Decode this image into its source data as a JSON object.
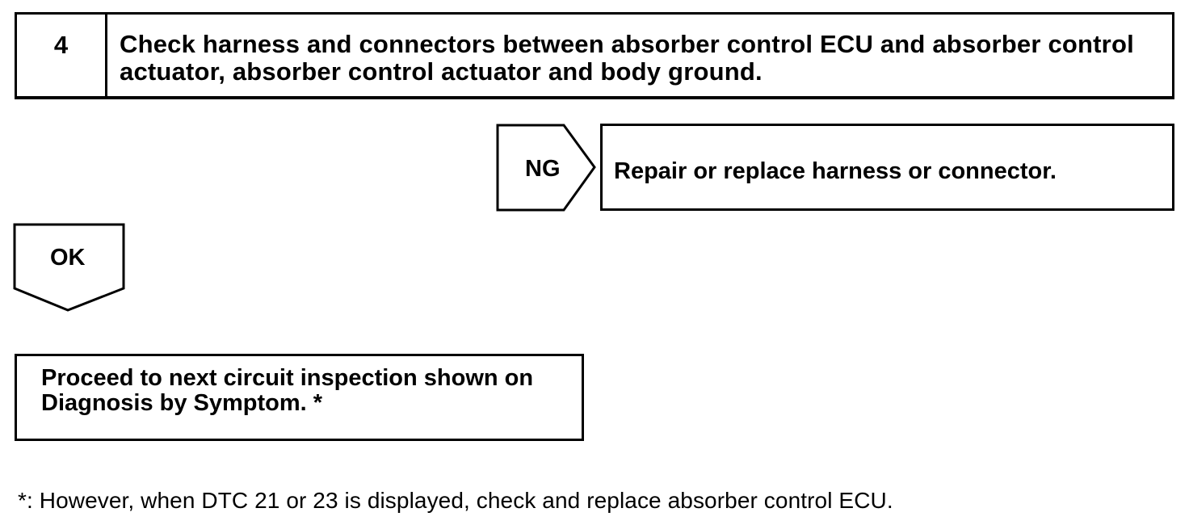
{
  "step": {
    "number": "4",
    "text": "Check harness and connectors between absorber control ECU and absorber control actuator, absorber control actuator and body ground."
  },
  "ng_branch": {
    "label": "NG",
    "result": "Repair or replace harness or connector."
  },
  "ok_branch": {
    "label": "OK",
    "result": "Proceed to next circuit inspection shown on Diagnosis by Symptom. *"
  },
  "footnote": "*: However, when DTC 21 or 23 is displayed, check and replace absorber control ECU."
}
